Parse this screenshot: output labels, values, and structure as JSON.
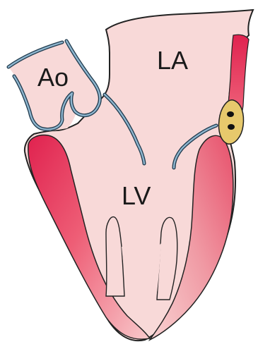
{
  "labels": {
    "aorta": "Ao",
    "left_atrium": "LA",
    "left_ventricle": "LV"
  },
  "colors": {
    "chamber_fill": "#f8d9d8",
    "chamber_outline": "#222222",
    "myocardium_dark": "#e0224f",
    "myocardium_mid": "#ef6f83",
    "myocardium_light": "#f7c2c4",
    "valve_leaflet": "#8fb6cf",
    "valve_outline": "#1f3a4d",
    "annulus_fill": "#e7c96c",
    "annulus_dots": "#111111"
  }
}
